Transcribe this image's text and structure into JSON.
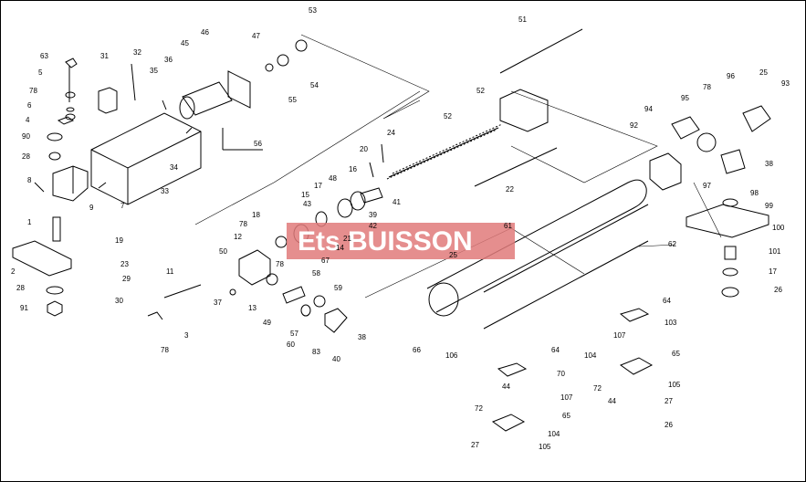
{
  "watermark": {
    "text": "Ets BUISSON",
    "bg_color": "#e07a7a"
  },
  "callouts": [
    "63",
    "5",
    "78",
    "6",
    "4",
    "90",
    "28",
    "8",
    "1",
    "2",
    "28",
    "91",
    "31",
    "32",
    "35",
    "36",
    "45",
    "46",
    "47",
    "53",
    "54",
    "55",
    "56",
    "33",
    "34",
    "7",
    "9",
    "19",
    "23",
    "29",
    "30",
    "11",
    "3",
    "78",
    "50",
    "37",
    "12",
    "18",
    "78",
    "78",
    "13",
    "49",
    "58",
    "57",
    "60",
    "83",
    "59",
    "40",
    "38",
    "15",
    "17",
    "48",
    "16",
    "43",
    "42",
    "39",
    "41",
    "14",
    "67",
    "21",
    "20",
    "24",
    "52",
    "51",
    "52",
    "22",
    "61",
    "25",
    "66",
    "106",
    "62",
    "92",
    "94",
    "95",
    "78",
    "96",
    "25",
    "93",
    "38",
    "97",
    "98",
    "99",
    "100",
    "101",
    "17",
    "26",
    "64",
    "103",
    "107",
    "104",
    "72",
    "44",
    "65",
    "105",
    "27",
    "26",
    "64",
    "70",
    "44",
    "72",
    "107",
    "104",
    "65",
    "105",
    "27"
  ],
  "colors": {
    "line": "#000000",
    "paper": "#ffffff",
    "frame": "#000000"
  }
}
